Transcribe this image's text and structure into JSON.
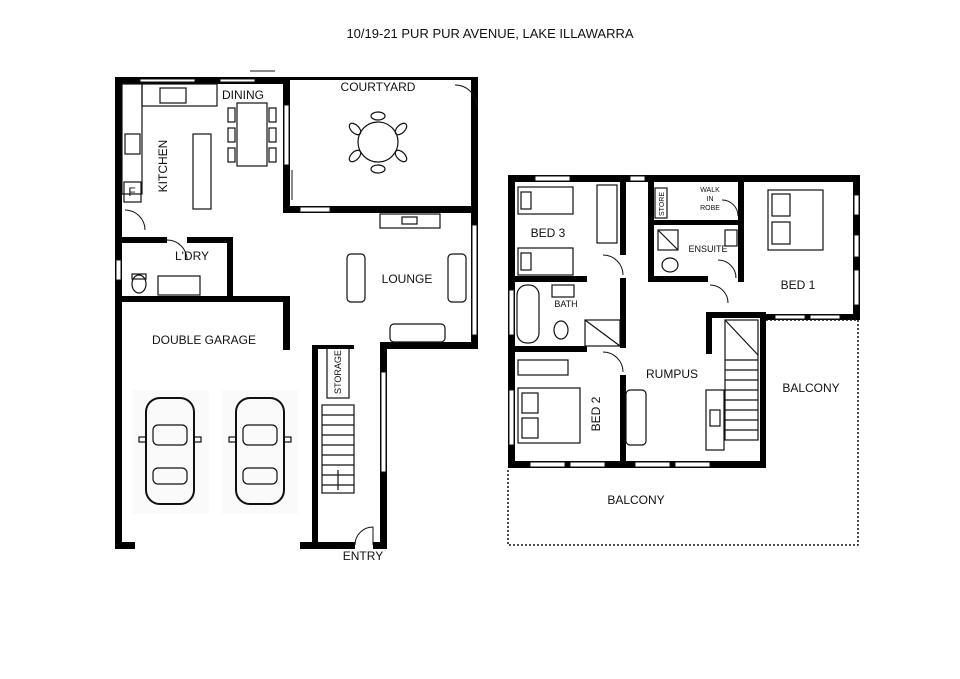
{
  "title": "10/19-21 PUR PUR AVENUE, LAKE ILLAWARRA",
  "rooms": {
    "dining": "DINING",
    "courtyard": "COURTYARD",
    "kitchen": "KITCHEN",
    "fridge": "F",
    "laundry": "L'DRY",
    "lounge": "LOUNGE",
    "double_garage": "DOUBLE GARAGE",
    "storage": "STORAGE",
    "entry": "ENTRY",
    "bed3": "BED 3",
    "store": "STORE",
    "walk_in_robe_1": "WALK",
    "walk_in_robe_2": "IN",
    "walk_in_robe_3": "ROBE",
    "ensuite": "ENSUITE",
    "bed1": "BED 1",
    "bath": "BATH",
    "rumpus": "RUMPUS",
    "bed2": "BED 2",
    "balcony_east": "BALCONY",
    "balcony_south": "BALCONY"
  }
}
